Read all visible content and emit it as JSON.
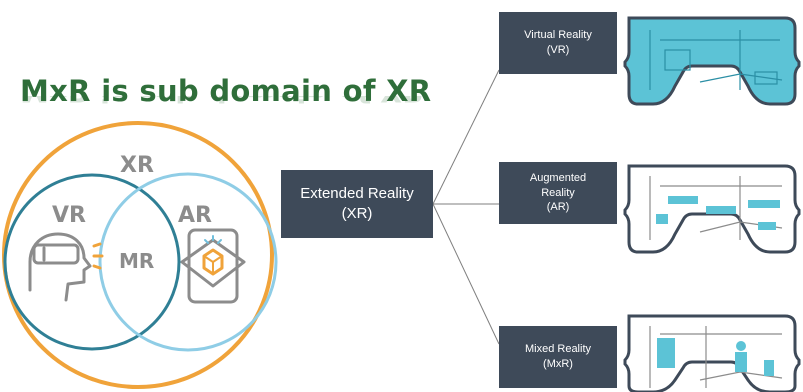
{
  "title": "MxR is sub domain of XR",
  "venn": {
    "outer_label": "XR",
    "left_label": "VR",
    "right_label": "AR",
    "center_label": "MR"
  },
  "central_node": {
    "line1": "Extended Reality",
    "line2": "(XR)"
  },
  "branches": [
    {
      "lines": [
        "Virtual Reality",
        "(VR)"
      ]
    },
    {
      "lines": [
        "Augmented",
        "Reality",
        "(AR)"
      ]
    },
    {
      "lines": [
        "Mixed Reality",
        "(MxR)"
      ]
    }
  ],
  "colors": {
    "title": "#2f6e3a",
    "box": "#3e4a59",
    "outer_circle": "#f0a33a",
    "vr_circle": "#2f7f95",
    "ar_circle": "#6fbfdc",
    "accent": "#3cb1c9",
    "icon_orange": "#f0a33a"
  },
  "icons": [
    "vr-headset-user-icon",
    "ar-phone-cube-icon",
    "vr-goggles-virtual-icon",
    "vr-goggles-augmented-icon",
    "vr-goggles-mixed-icon"
  ]
}
